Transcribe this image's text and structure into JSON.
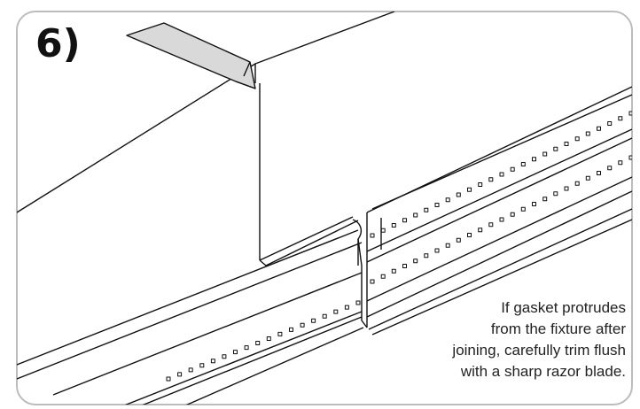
{
  "step": {
    "label": "6)"
  },
  "caption": {
    "lines": [
      "If gasket protrudes",
      "from the fixture after",
      "joining, carefully trim flush",
      "with a sharp razor blade."
    ]
  },
  "illustration": {
    "subject": "fixture-joint-with-gasket-and-razor-blade",
    "colors": {
      "line": "#111111",
      "blade_fill": "#d9d9d9",
      "border": "#bcbcbc"
    }
  }
}
